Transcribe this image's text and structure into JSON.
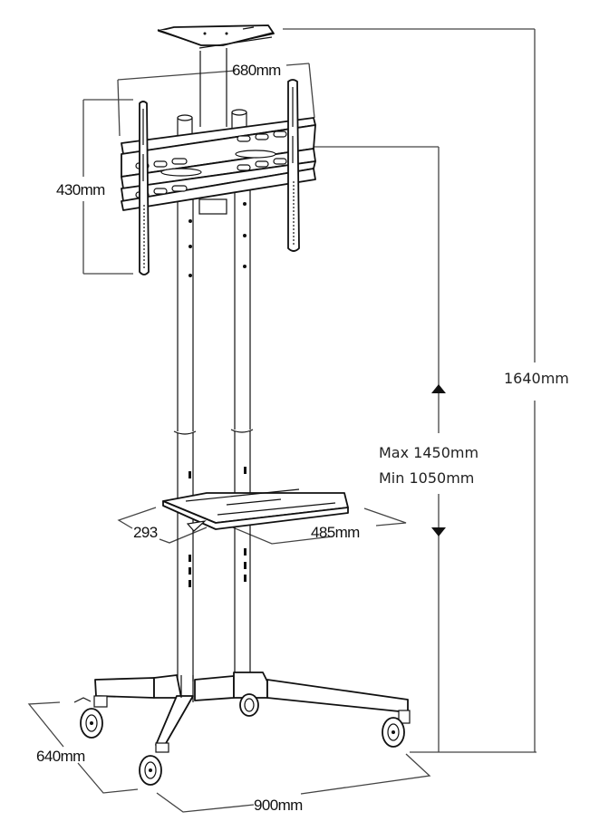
{
  "title": "Mobile TV stand dimension diagram",
  "colors": {
    "line": "#111111",
    "dimension_line": "#444444",
    "background": "#ffffff"
  },
  "dimensions": {
    "mount_width": "680mm",
    "mount_height": "430mm",
    "total_height": "1640mm",
    "adjust_max": "Max 1450mm",
    "adjust_min": "Min 1050mm",
    "shelf_depth": "293",
    "shelf_width": "485mm",
    "base_depth": "640mm",
    "base_width": "900mm"
  },
  "parts": [
    "top-camera-shelf",
    "vesa-mount-bracket",
    "twin-column",
    "middle-av-shelf",
    "wheeled-base",
    "caster-wheels"
  ]
}
